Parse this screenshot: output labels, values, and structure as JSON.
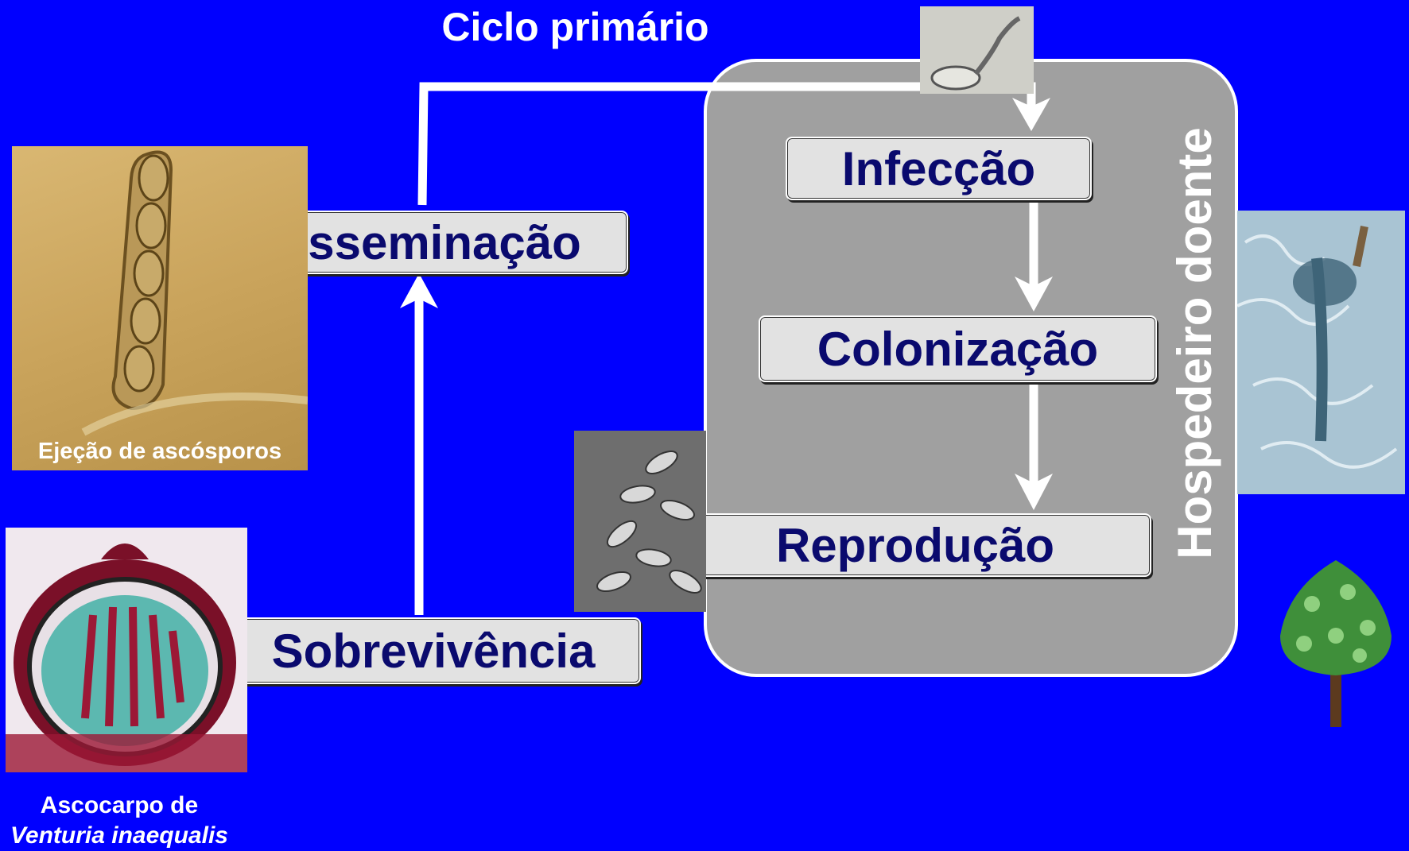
{
  "title": "Ciclo primário",
  "host_label": "Hospedeiro doente",
  "stages": {
    "disseminacao": "Disseminação",
    "sobrevivencia": "Sobrevivência",
    "infeccao": "Infecção",
    "colonizacao": "Colonização",
    "reproducao": "Reprodução"
  },
  "captions": {
    "ascospore_ejection": "Ejeção de ascósporos",
    "ascocarp_line1": "Ascocarpo de",
    "ascocarp_line2": "Venturia inaequalis"
  },
  "colors": {
    "background": "#0000ff",
    "host_panel": "#a0a0a0",
    "stage_text": "#0a0a6e",
    "stage_box": "#e2e2e2"
  }
}
